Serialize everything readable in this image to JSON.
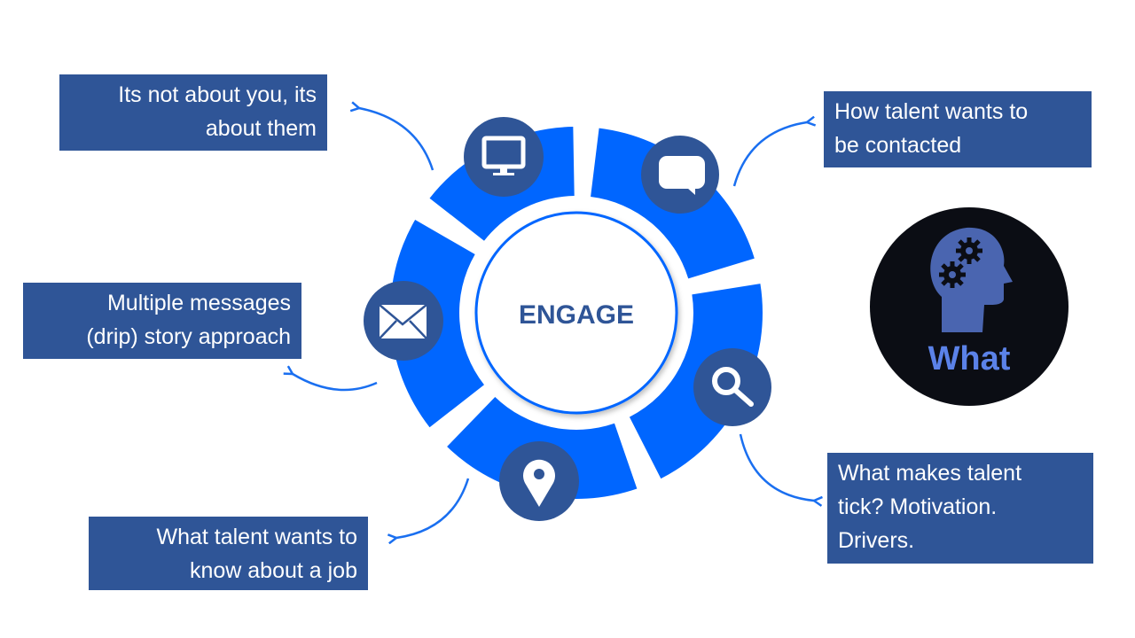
{
  "center_label": "ENGAGE",
  "badge_label": "What",
  "colors": {
    "ring": "#0066FF",
    "icon_bg": "#2F5597",
    "box_bg": "#2F5597",
    "badge_bg": "#0B0D14",
    "badge_text": "#5B82E8"
  },
  "boxes": [
    {
      "lines": [
        "Its not about you, its",
        "about them"
      ],
      "icon": "monitor-icon"
    },
    {
      "lines": [
        "How talent wants to",
        "be contacted"
      ],
      "icon": "chat-bubble-icon"
    },
    {
      "lines": [
        "Multiple messages",
        "(drip) story approach"
      ],
      "icon": "envelope-icon"
    },
    {
      "lines": [
        "What talent wants to",
        "know about a job"
      ],
      "icon": "location-pin-icon"
    },
    {
      "lines": [
        "What makes talent",
        "tick? Motivation.",
        "Drivers."
      ],
      "icon": "magnifier-icon"
    }
  ]
}
